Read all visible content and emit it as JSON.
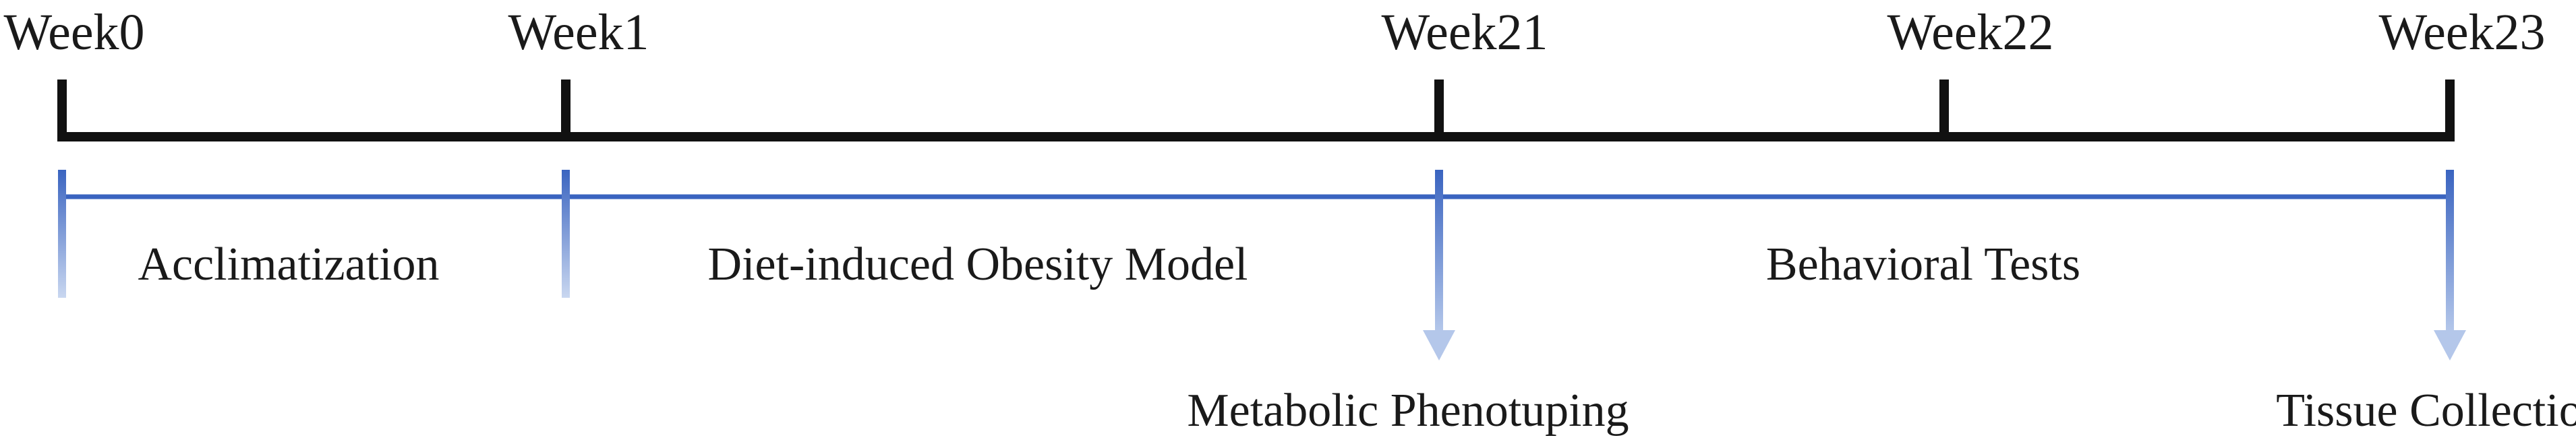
{
  "weeks": [
    {
      "id": "week0",
      "label": "Week0"
    },
    {
      "id": "week1",
      "label": "Week1"
    },
    {
      "id": "week21",
      "label": "Week21"
    },
    {
      "id": "week22",
      "label": "Week22"
    },
    {
      "id": "week23",
      "label": "Week23"
    }
  ],
  "phases": [
    {
      "id": "acclimatization",
      "label": "Acclimatization",
      "from": "Week0",
      "to": "Week1"
    },
    {
      "id": "obesity-model",
      "label": "Diet-induced Obesity Model",
      "from": "Week1",
      "to": "Week21"
    },
    {
      "id": "behavioral-tests",
      "label": "Behavioral Tests",
      "from": "Week21",
      "to": "Week23"
    }
  ],
  "events": [
    {
      "id": "metabolic",
      "label": "Metabolic Phenotuping",
      "at": "Week21"
    },
    {
      "id": "tissue",
      "label": "Tissue Collection",
      "at": "Week23"
    }
  ],
  "colors": {
    "axis": "#111111",
    "phase_line": "#3a64c0",
    "arrow": "#9cb5e2"
  }
}
